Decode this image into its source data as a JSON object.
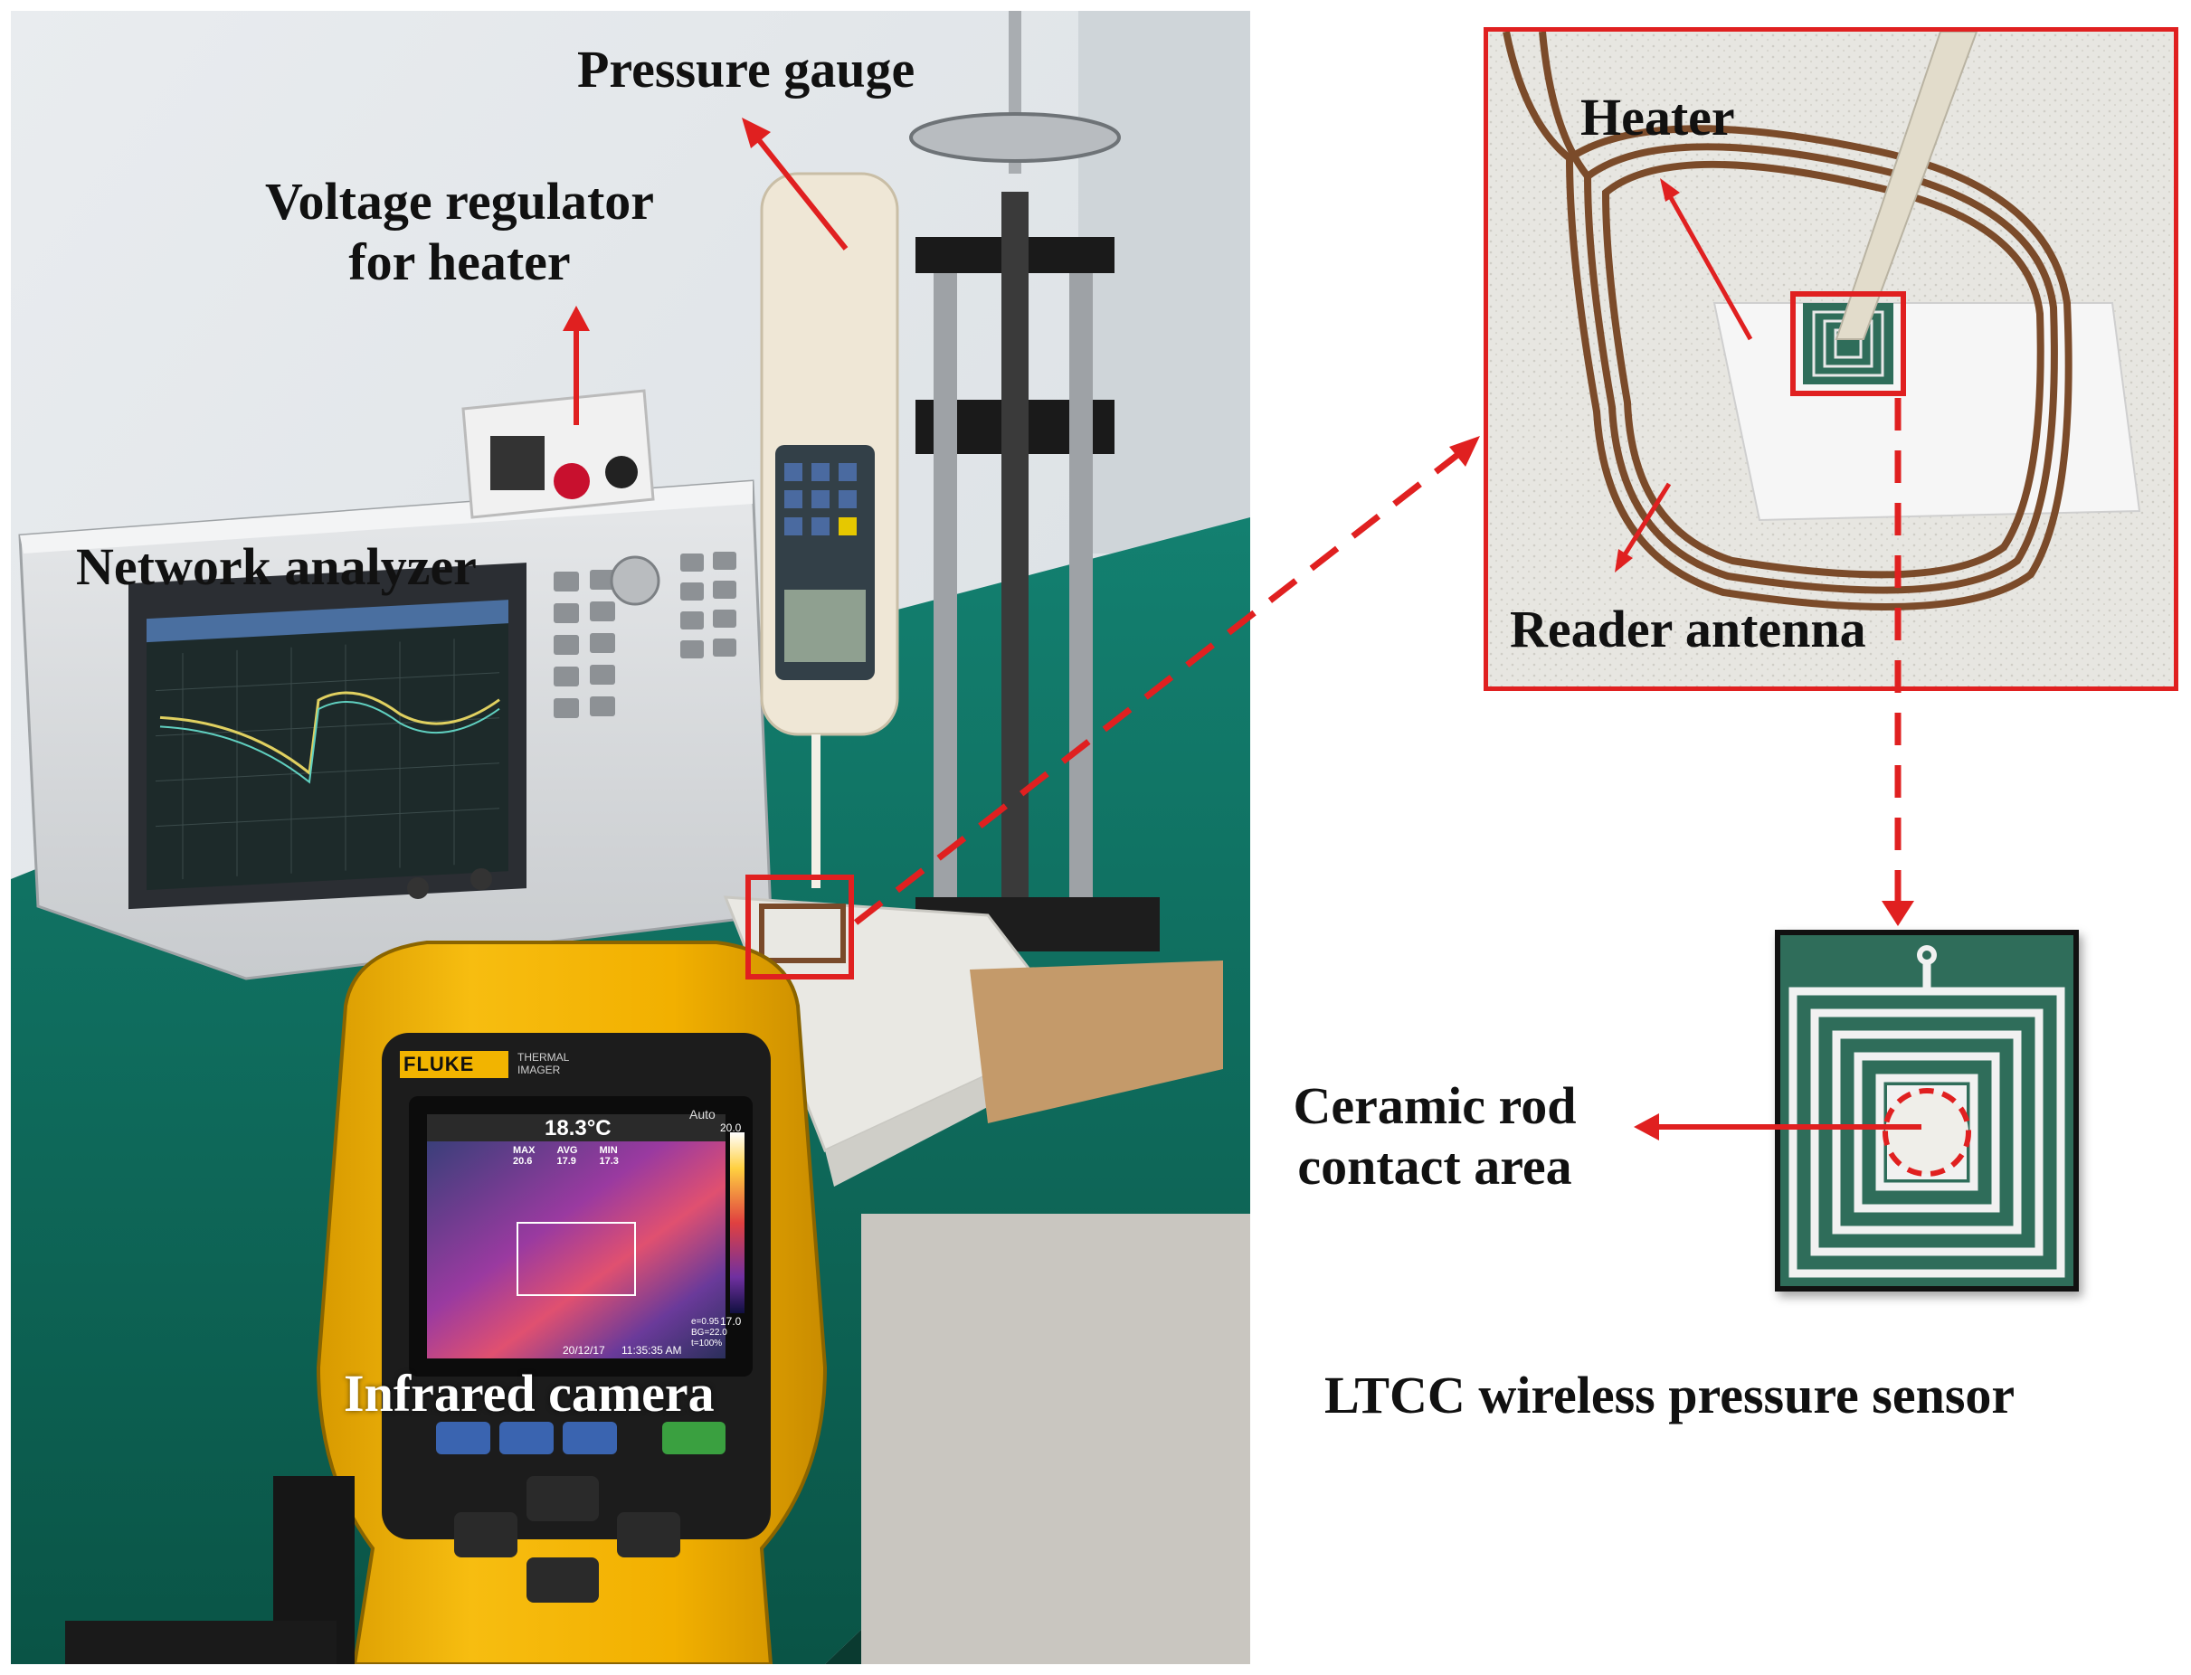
{
  "figure": {
    "labels": {
      "pressure_gauge": "Pressure gauge",
      "voltage_regulator_line1": "Voltage regulator",
      "voltage_regulator_line2": "for heater",
      "network_analyzer": "Network analyzer",
      "infrared_camera": "Infrared camera",
      "heater": "Heater",
      "reader_antenna": "Reader antenna",
      "ceramic_rod_line1": "Ceramic rod",
      "ceramic_rod_line2": "contact area",
      "sensor_caption": "LTCC wireless pressure sensor"
    },
    "camera": {
      "brand": "FLUKE",
      "model_line1": "THERMAL",
      "model_line2": "IMAGER",
      "screen_temp": "18.3°C",
      "mode": "Auto",
      "scale_max": "20.0",
      "scale_min": "17.0",
      "stat_max_label": "MAX",
      "stat_avg_label": "AVG",
      "stat_min_label": "MIN",
      "stat_max": "20.6",
      "stat_avg": "17.9",
      "stat_min": "17.3",
      "date": "20/12/17",
      "time": "11:35:35 AM",
      "param_e": "e=0.95",
      "param_bg": "BG=22.0",
      "param_t": "t=100%"
    },
    "colors": {
      "annotation_red": "#e02020",
      "camera_yellow": "#f2b400",
      "bench_green": "#0f6b5a",
      "sensor_green": "#2f6d5a"
    }
  }
}
